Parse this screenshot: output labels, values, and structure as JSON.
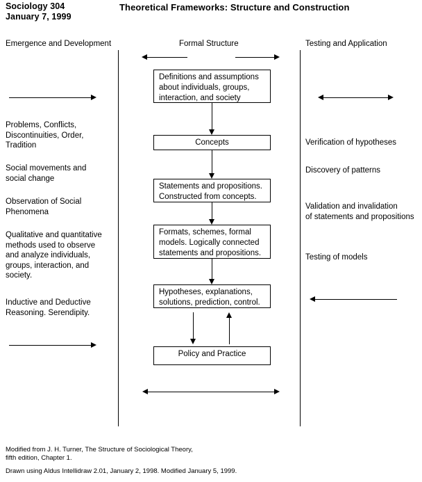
{
  "header": {
    "course": "Sociology 304",
    "date": "January 7, 1999",
    "title": "Theoretical Frameworks:  Structure and Construction"
  },
  "columns": {
    "left_heading": "Emergence and Development",
    "middle_heading": "Formal Structure",
    "right_heading": "Testing and Application"
  },
  "left_column": {
    "items": [
      "Problems, Conflicts,\nDiscontinuities, Order,\nTradition",
      "Social movements and\nsocial change",
      "Observation of Social\nPhenomena",
      "Qualitative and quantitative\nmethods used to observe\nand analyze individuals,\ngroups, interaction, and\nsociety.",
      "Inductive and Deductive\nReasoning.  Serendipity."
    ]
  },
  "right_column": {
    "items": [
      "Verification of hypotheses",
      "Discovery of patterns",
      "Validation and invalidation\nof statements and propositions",
      "Testing of models"
    ]
  },
  "flow": {
    "boxes": [
      "Definitions and assumptions\nabout individuals, groups,\ninteraction, and society",
      "Concepts",
      "Statements and propositions.\nConstructed from concepts.",
      "Formats, schemes, formal\nmodels.  Logically connected\nstatements and propositions.",
      "Hypotheses, explanations,\nsolutions, prediction, control.",
      "Policy and Practice"
    ]
  },
  "arrows": {
    "top_left_pointing": "arrow-left",
    "top_right_pointing": "arrow-right",
    "bottom_double": "double-headed-arrow",
    "left_upper": "arrow-right",
    "left_lower": "arrow-right",
    "right_upper": "double-headed-arrow",
    "right_lower": "arrow-left",
    "flow_connectors": "arrow-down"
  },
  "footer": {
    "line1": "Modified from J. H. Turner, The Structure of Sociological Theory,",
    "line2": "fifth edition, Chapter 1.",
    "line3": "Drawn using Aldus Intellidraw 2.01, January 2, 1998.  Modified January 5, 1999."
  },
  "colors": {
    "ink": "#000000",
    "paper": "#ffffff"
  }
}
